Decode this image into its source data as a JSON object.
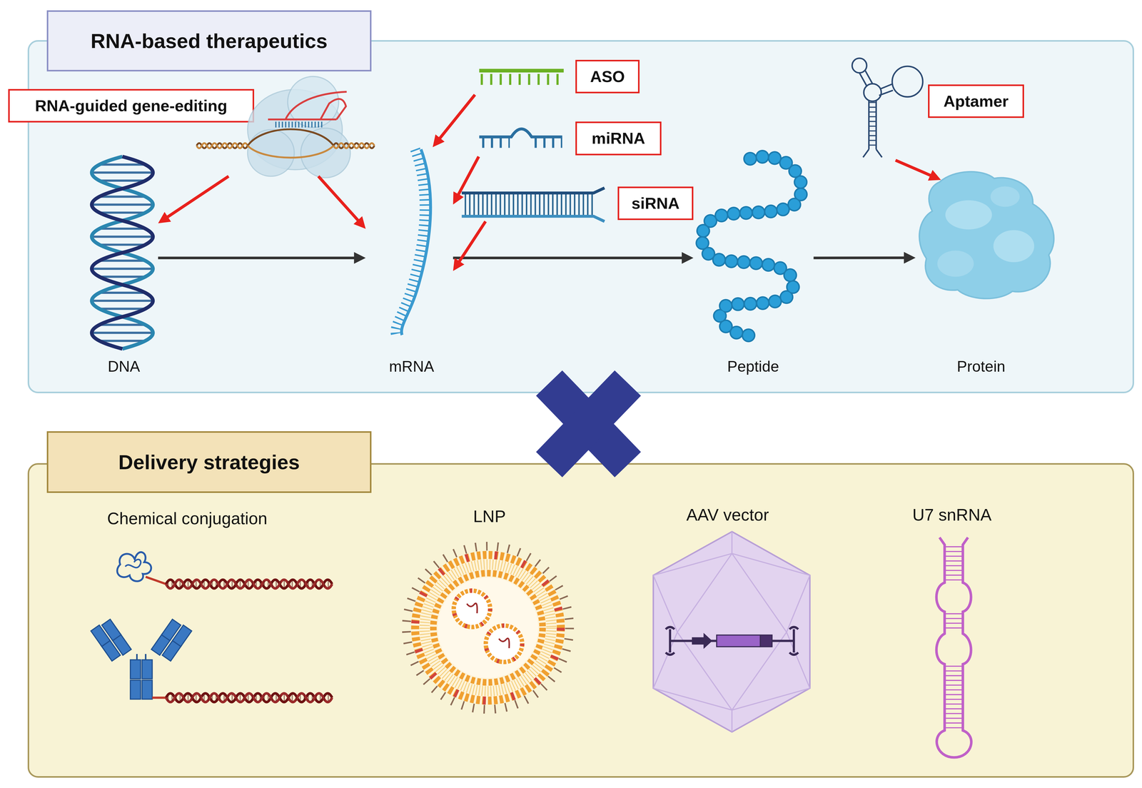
{
  "diagram": {
    "nodes": [
      {
        "text": [
          "RNA-based therapeutics"
        ]
      },
      {
        "text": [
          "RNA-guided gene-editing"
        ],
        "in": 0
      },
      {
        "text": [
          "DNA"
        ],
        "in": 0
      },
      {
        "text": [
          "mRNA"
        ],
        "in": 0
      },
      {
        "text": [
          "ASO"
        ],
        "in": 0
      },
      {
        "text": [
          "miRNA"
        ],
        "in": 0
      },
      {
        "text": [
          "siRNA"
        ],
        "in": 0
      },
      {
        "text": [
          "Peptide"
        ],
        "in": 0
      },
      {
        "text": [
          "Aptamer"
        ],
        "in": 0
      },
      {
        "text": [
          "Protein"
        ],
        "in": 0
      },
      {
        "text": [
          "Delivery strategies"
        ]
      },
      {
        "text": [
          "Chemical conjugation"
        ],
        "in": 10
      },
      {
        "text": [
          "LNP"
        ],
        "in": 10
      },
      {
        "text": [
          "AAV vector"
        ],
        "in": 10
      },
      {
        "text": [
          "U7 snRNA"
        ],
        "in": 10
      }
    ],
    "edges": [
      {
        "from": 2,
        "to": 3,
        "arrow": "to"
      },
      {
        "from": 3,
        "to": 7,
        "arrow": "to"
      },
      {
        "from": 7,
        "to": 9,
        "arrow": "to"
      },
      {
        "from": 1,
        "to": 2,
        "arrow": "to"
      },
      {
        "from": 1,
        "to": 3,
        "arrow": "to"
      },
      {
        "from": 4,
        "to": 3,
        "arrow": "to"
      },
      {
        "from": 5,
        "to": 3,
        "arrow": "to"
      },
      {
        "from": 6,
        "to": 3,
        "arrow": "to"
      },
      {
        "from": 8,
        "to": 9,
        "arrow": "to"
      }
    ]
  }
}
